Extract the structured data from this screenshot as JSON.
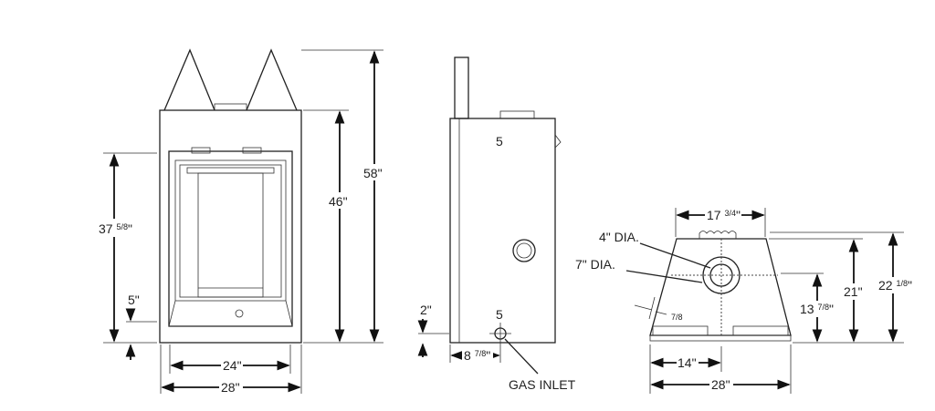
{
  "front_view": {
    "overall_height": "58\"",
    "body_height": "46\"",
    "opening_height_whole": "37",
    "opening_height_fraction": "5/8",
    "base_offset": "5\"",
    "opening_width": "24\"",
    "overall_width": "28\""
  },
  "side_view": {
    "inlet_height": "2\"",
    "inlet_depth_whole": "8",
    "inlet_depth_fraction": "7/8",
    "gas_inlet_label": "GAS INLET",
    "symbol": "5"
  },
  "top_view": {
    "top_width_whole": "17",
    "top_width_fraction": "3/4",
    "inner_dia": "4\" DIA.",
    "outer_dia": "7\" DIA.",
    "wall_fraction": "7/8",
    "center_depth_whole": "13",
    "center_depth_fraction": "7/8",
    "depth": "21\"",
    "overall_depth_whole": "22",
    "overall_depth_fraction": "1/8",
    "half_width": "14\"",
    "overall_width": "28\""
  }
}
